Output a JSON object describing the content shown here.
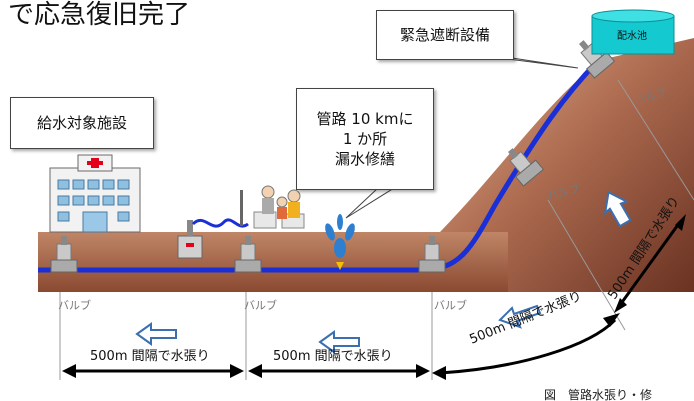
{
  "title_fragment": "で応急復旧完了",
  "labels": {
    "emergency_shutoff": "緊急遮断設備",
    "reservoir": "配水池",
    "supply_facility": "給水対象施設",
    "leak_repair": "管路 10 kmに\n1 か所\n漏水修繕"
  },
  "valves": [
    "バルブ",
    "バルブ",
    "バルブ",
    "バルブ",
    "バルブ"
  ],
  "spacing": [
    "500m 間隔で水張り",
    "500m 間隔で水張り",
    "500m 間隔で水張り",
    "500m 間隔で水張り"
  ],
  "caption": "図　管路水張り・修",
  "colors": {
    "pipe": "#1a2fd6",
    "ground_top": "#b8785a",
    "ground_dark": "#6b3624",
    "hill": "#a5644a",
    "reservoir": "#14c9cf",
    "hospital_cross": "#e3001b",
    "arrow_outline": "#3a6fb0",
    "spout": "#2f7fd0"
  }
}
